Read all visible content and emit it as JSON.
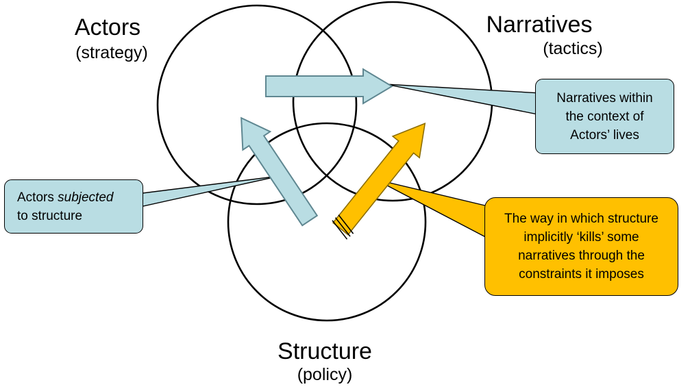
{
  "labels": {
    "actors": {
      "title": "Actors",
      "subtitle": "(strategy)"
    },
    "narratives": {
      "title": "Narratives",
      "subtitle": "(tactics)"
    },
    "structure": {
      "title": "Structure",
      "subtitle": "(policy)"
    }
  },
  "callouts": {
    "narratives_context": {
      "lines": [
        "Narratives within",
        "the context of",
        "Actors’ lives"
      ]
    },
    "actors_subjected": {
      "line1_pre": "Actors ",
      "line1_italic": "subjected",
      "line2": "to structure"
    },
    "structure_kills": {
      "lines": [
        "The way in which structure",
        "implicitly ‘kills’ some",
        "narratives through the",
        "constraints it imposes"
      ]
    }
  },
  "colors": {
    "teal_fill": "#b9dde3",
    "orange_fill": "#ffc000",
    "circle_stroke": "#000000"
  }
}
